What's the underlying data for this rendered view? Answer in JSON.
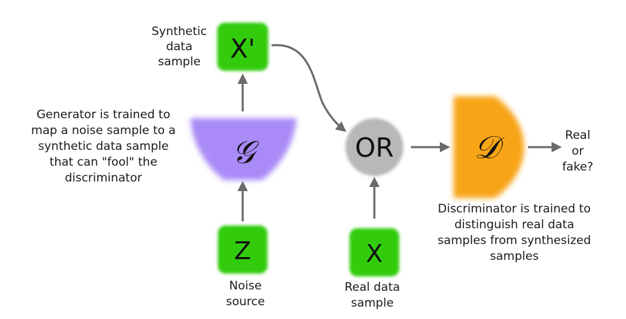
{
  "nodes": {
    "synthetic_sample": {
      "symbol": "X'",
      "caption": [
        "Synthetic",
        "data",
        "sample"
      ]
    },
    "generator": {
      "symbol": "𝒢",
      "caption": [
        "Generator is trained to",
        "map a noise sample to a",
        "synthetic data sample",
        "that can \"fool\" the",
        "discriminator"
      ]
    },
    "noise": {
      "symbol": "Z",
      "caption": [
        "Noise",
        "source"
      ]
    },
    "or_gate": {
      "symbol": "OR"
    },
    "real_sample": {
      "symbol": "X",
      "caption": [
        "Real data",
        "sample"
      ]
    },
    "discriminator": {
      "symbol": "𝒟",
      "caption": [
        "Discriminator is trained to",
        "distinguish real data",
        "samples from synthesized",
        "samples"
      ]
    },
    "output": {
      "caption": [
        "Real",
        "or",
        "fake?"
      ]
    }
  },
  "colors": {
    "sample_box": "#33cc11",
    "generator": "#a98af7",
    "or_gate": "#b8b8b8",
    "discriminator": "#f7a414",
    "arrow": "#6b6b6b"
  }
}
